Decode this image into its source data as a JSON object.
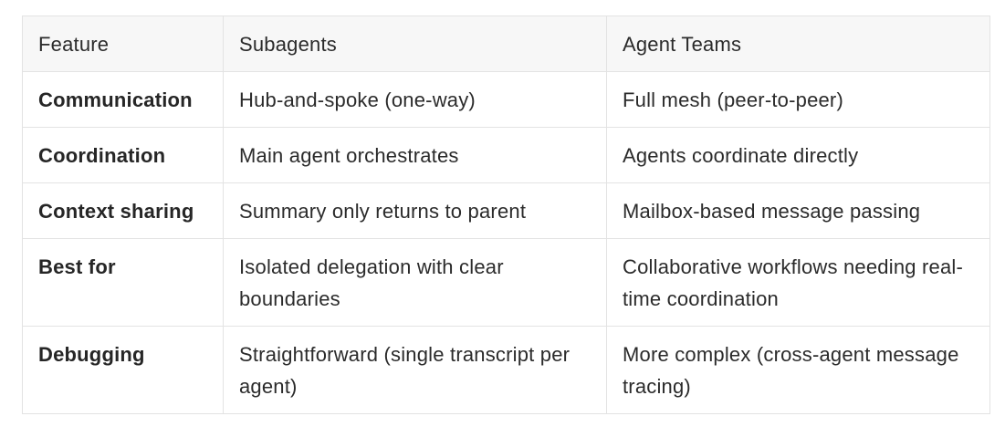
{
  "table": {
    "headers": [
      "Feature",
      "Subagents",
      "Agent Teams"
    ],
    "rows": [
      {
        "feature": "Communication",
        "subagents": "Hub-and-spoke (one-way)",
        "agent_teams": "Full mesh (peer-to-peer)"
      },
      {
        "feature": "Coordination",
        "subagents": "Main agent orchestrates",
        "agent_teams": "Agents coordinate directly"
      },
      {
        "feature": "Context sharing",
        "subagents": "Summary only returns to parent",
        "agent_teams": "Mailbox-based message passing"
      },
      {
        "feature": "Best for",
        "subagents": "Isolated delegation with clear boundaries",
        "agent_teams": "Collaborative workflows needing real-time coordination"
      },
      {
        "feature": "Debugging",
        "subagents": "Straightforward (single transcript per agent)",
        "agent_teams": "More complex (cross-agent message tracing)"
      }
    ]
  }
}
